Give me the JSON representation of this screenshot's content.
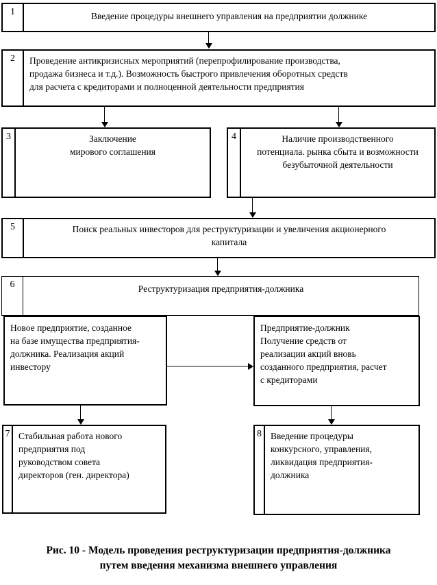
{
  "page": {
    "background": "#ffffff",
    "line_color": "#000000"
  },
  "boxes": [
    {
      "number": "1",
      "lines": [
        "Введение процедуры внешнего управления на предприятии должнике"
      ]
    },
    {
      "number": "2",
      "lines": [
        "Проведение антикризисных мероприятий (перепрофилирование производства,",
        "продажа бизнеса и т.д.). Возможность быстрого привлечения оборотных средств",
        "для расчета с кредиторами и полноценной деятельности предприятия"
      ]
    },
    {
      "number": "3",
      "lines": [
        "Заключение",
        "мирового соглашения"
      ]
    },
    {
      "number": "4",
      "lines": [
        "Наличие производственного",
        "потенциала. рынка сбыта и возможности",
        "безубыточной деятельности"
      ]
    },
    {
      "number": "5",
      "lines": [
        "Поиск реальных инвесторов для реструктуризации и увеличения акционерного",
        "капитала"
      ]
    },
    {
      "number": "6",
      "lines": [
        "Реструктуризация предприятия-должника"
      ]
    },
    {
      "number": "7",
      "lines": [
        "Стабильная работа нового",
        "предприятия под",
        "руководством совета",
        "директоров (ген. директора)"
      ]
    },
    {
      "number": "8",
      "lines": [
        "Введение процедуры",
        "конкурсного, управления,",
        "ликвидация предприятия-",
        "должника"
      ]
    }
  ],
  "sub_boxes": [
    {
      "lines": [
        "Новое предприятие, созданное",
        "на базе имущества предприятия-",
        "должника. Реализация акций",
        "инвестору"
      ]
    },
    {
      "lines": [
        "Предприятие-должник",
        "Получение средств от",
        "реализации акций вновь",
        "созданного предприятия, расчет",
        "с кредиторами"
      ]
    }
  ],
  "caption": {
    "lines": [
      "Рис. 10 -  Модель проведения реструктуризации предприятия-должника",
      "путем введения механизма внешнего управления"
    ]
  }
}
